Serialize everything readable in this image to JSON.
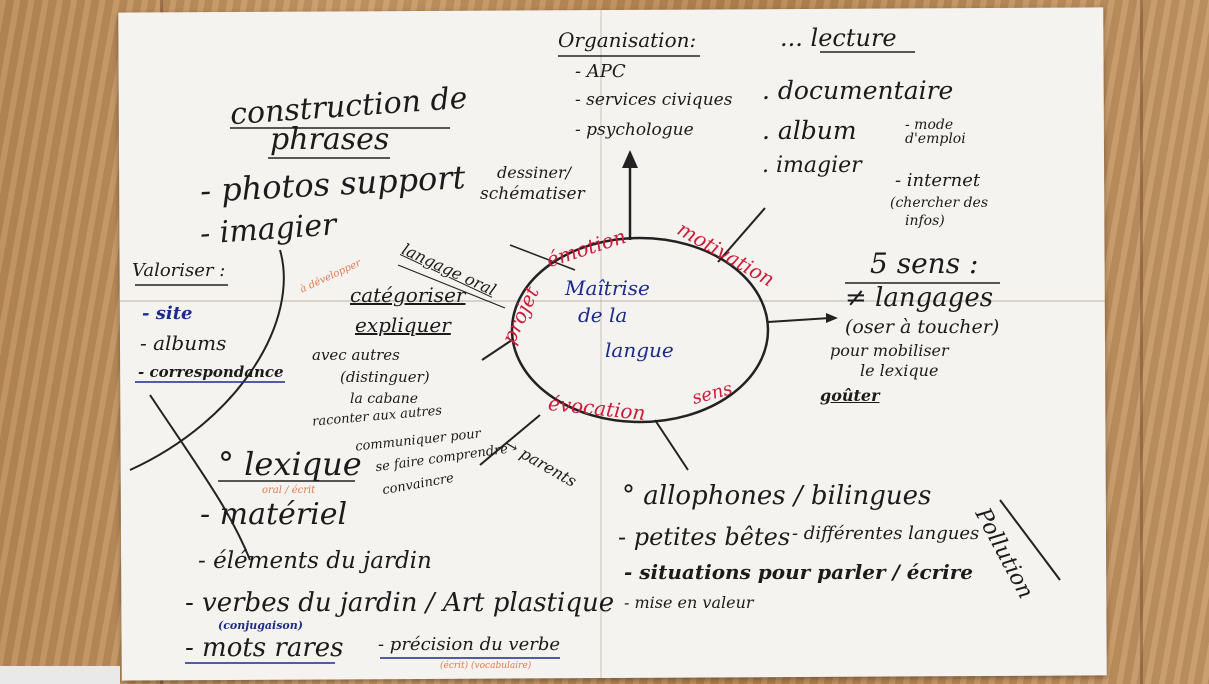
{
  "center": {
    "l1": "Maîtrise",
    "l2": "de la",
    "l3": "langue"
  },
  "ring": {
    "emotion": "émotion",
    "motivation": "motivation",
    "projet": "projet",
    "evocation": "évocation",
    "sens": "sens"
  },
  "organisation": {
    "title": "Organisation:",
    "items": [
      "- APC",
      "- services civiques",
      "- psychologue"
    ]
  },
  "lecture": {
    "title": "... lecture",
    "items": [
      ". documentaire",
      ". album",
      "- mode d'emploi",
      ". imagier",
      "- internet",
      "(chercher des",
      "infos)"
    ]
  },
  "construction": {
    "title1": "construction de",
    "title2": "phrases",
    "items": [
      "- photos support",
      "- imagier"
    ]
  },
  "dessiner": {
    "l1": "dessiner/",
    "l2": "schématiser"
  },
  "sens5": {
    "title": "5 sens :",
    "items": [
      "≠ langages",
      "(oser à toucher)",
      "pour mobiliser",
      "le lexique",
      "goûter"
    ]
  },
  "valoriser": {
    "title": "Valoriser :",
    "items": [
      "- site",
      "- albums",
      "- correspondance"
    ]
  },
  "langage": {
    "title": "langage oral",
    "items": [
      "catégoriser",
      "expliquer",
      "avec autres",
      "(distinguer)",
      "la cabane",
      "raconter aux autres",
      "communiquer pour",
      "se faire comprendre",
      "convaincre"
    ],
    "note": "à développer"
  },
  "parents": "→ parents",
  "lexique": {
    "title": "° lexique",
    "note": "oral / écrit",
    "items": [
      "- matériel",
      "- éléments du jardin",
      "- verbes du jardin / Art plastique",
      "(conjugaison)",
      "- mots rares",
      "- précision du verbe"
    ],
    "note2": "(écrit) (vocabulaire)"
  },
  "allophones": {
    "title": "° allophones / bilingues",
    "items": [
      "- petites bêtes",
      "- différentes langues",
      "- situations pour parler / écrire",
      "- mise en valeur"
    ]
  },
  "pollution": "Pollution"
}
